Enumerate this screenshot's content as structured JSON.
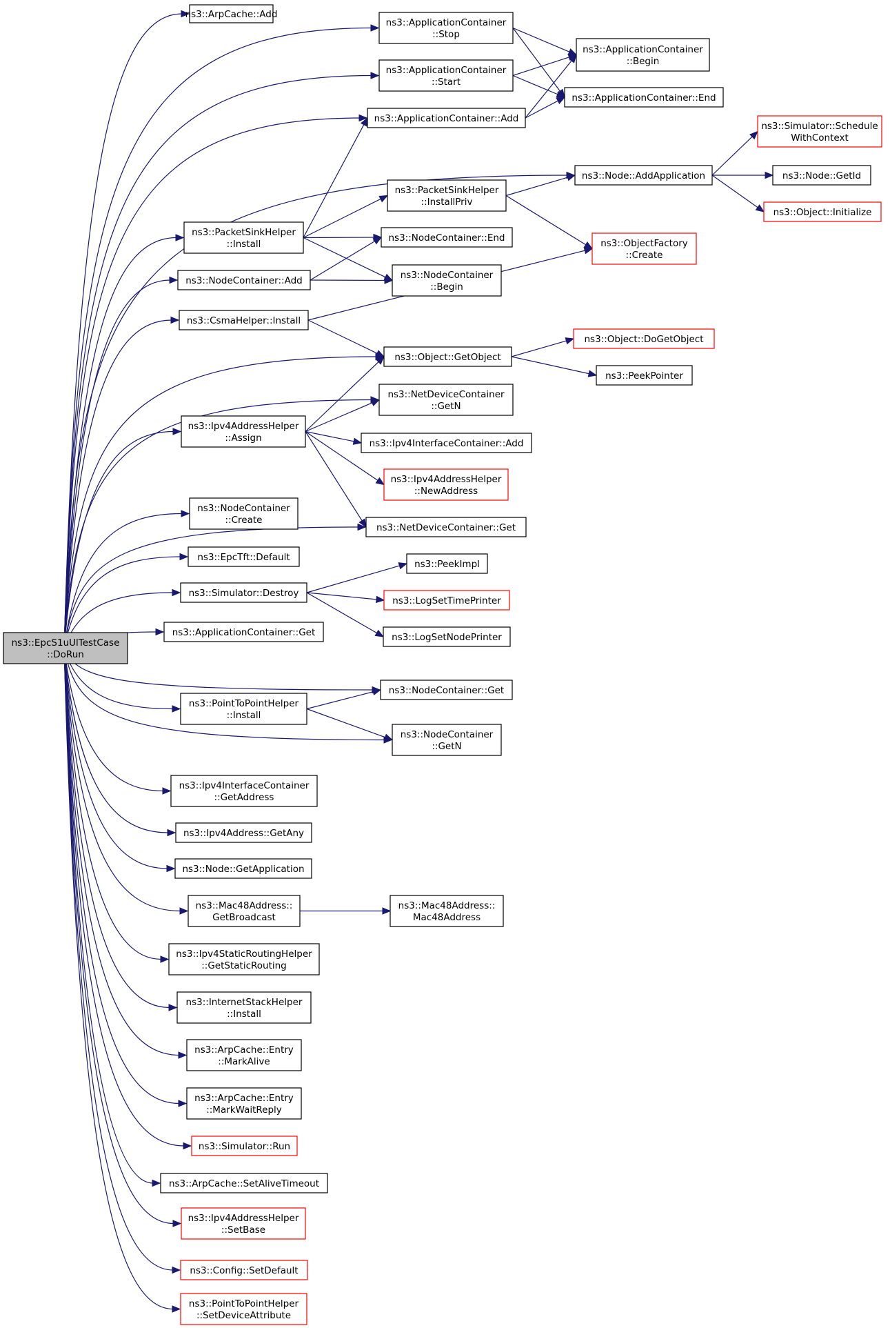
{
  "nodes": [
    {
      "id": "root",
      "lines": [
        "ns3::EpcS1uUlTestCase",
        "::DoRun"
      ],
      "style": "root"
    },
    {
      "id": "arpAdd",
      "lines": [
        "ns3::ArpCache::Add"
      ],
      "style": "normal"
    },
    {
      "id": "acStop",
      "lines": [
        "ns3::ApplicationContainer",
        "::Stop"
      ],
      "style": "normal"
    },
    {
      "id": "acStart",
      "lines": [
        "ns3::ApplicationContainer",
        "::Start"
      ],
      "style": "normal"
    },
    {
      "id": "acAdd",
      "lines": [
        "ns3::ApplicationContainer::Add"
      ],
      "style": "normal"
    },
    {
      "id": "acBegin",
      "lines": [
        "ns3::ApplicationContainer",
        "::Begin"
      ],
      "style": "normal"
    },
    {
      "id": "acEnd",
      "lines": [
        "ns3::ApplicationContainer::End"
      ],
      "style": "normal"
    },
    {
      "id": "simSched",
      "lines": [
        "ns3::Simulator::Schedule",
        "WithContext"
      ],
      "style": "red"
    },
    {
      "id": "nodeAddApp",
      "lines": [
        "ns3::Node::AddApplication"
      ],
      "style": "normal"
    },
    {
      "id": "nodeGetId",
      "lines": [
        "ns3::Node::GetId"
      ],
      "style": "normal"
    },
    {
      "id": "objInit",
      "lines": [
        "ns3::Object::Initialize"
      ],
      "style": "red"
    },
    {
      "id": "psInstallPriv",
      "lines": [
        "ns3::PacketSinkHelper",
        "::InstallPriv"
      ],
      "style": "normal"
    },
    {
      "id": "psInstall",
      "lines": [
        "ns3::PacketSinkHelper",
        "::Install"
      ],
      "style": "normal"
    },
    {
      "id": "ncEnd",
      "lines": [
        "ns3::NodeContainer::End"
      ],
      "style": "normal"
    },
    {
      "id": "objFactCreate",
      "lines": [
        "ns3::ObjectFactory",
        "::Create"
      ],
      "style": "red"
    },
    {
      "id": "ncAdd",
      "lines": [
        "ns3::NodeContainer::Add"
      ],
      "style": "normal"
    },
    {
      "id": "ncBegin",
      "lines": [
        "ns3::NodeContainer",
        "::Begin"
      ],
      "style": "normal"
    },
    {
      "id": "csmaInstall",
      "lines": [
        "ns3::CsmaHelper::Install"
      ],
      "style": "normal"
    },
    {
      "id": "objDoGet",
      "lines": [
        "ns3::Object::DoGetObject"
      ],
      "style": "red"
    },
    {
      "id": "objGet",
      "lines": [
        "ns3::Object::GetObject"
      ],
      "style": "normal"
    },
    {
      "id": "peekPtr",
      "lines": [
        "ns3::PeekPointer"
      ],
      "style": "normal"
    },
    {
      "id": "ndcGetN",
      "lines": [
        "ns3::NetDeviceContainer",
        "::GetN"
      ],
      "style": "normal"
    },
    {
      "id": "ipv4Assign",
      "lines": [
        "ns3::Ipv4AddressHelper",
        "::Assign"
      ],
      "style": "normal"
    },
    {
      "id": "ipv4IcAdd",
      "lines": [
        "ns3::Ipv4InterfaceContainer::Add"
      ],
      "style": "normal"
    },
    {
      "id": "ipv4NewAddr",
      "lines": [
        "ns3::Ipv4AddressHelper",
        "::NewAddress"
      ],
      "style": "red"
    },
    {
      "id": "ncCreate",
      "lines": [
        "ns3::NodeContainer",
        "::Create"
      ],
      "style": "normal"
    },
    {
      "id": "ndcGet",
      "lines": [
        "ns3::NetDeviceContainer::Get"
      ],
      "style": "normal"
    },
    {
      "id": "epcTft",
      "lines": [
        "ns3::EpcTft::Default"
      ],
      "style": "normal"
    },
    {
      "id": "peekImpl",
      "lines": [
        "ns3::PeekImpl"
      ],
      "style": "normal"
    },
    {
      "id": "simDestroy",
      "lines": [
        "ns3::Simulator::Destroy"
      ],
      "style": "normal"
    },
    {
      "id": "logTime",
      "lines": [
        "ns3::LogSetTimePrinter"
      ],
      "style": "red"
    },
    {
      "id": "acGet",
      "lines": [
        "ns3::ApplicationContainer::Get"
      ],
      "style": "normal"
    },
    {
      "id": "logNode",
      "lines": [
        "ns3::LogSetNodePrinter"
      ],
      "style": "normal"
    },
    {
      "id": "ncGet",
      "lines": [
        "ns3::NodeContainer::Get"
      ],
      "style": "normal"
    },
    {
      "id": "p2pInstall",
      "lines": [
        "ns3::PointToPointHelper",
        "::Install"
      ],
      "style": "normal"
    },
    {
      "id": "ncGetN",
      "lines": [
        "ns3::NodeContainer",
        "::GetN"
      ],
      "style": "normal"
    },
    {
      "id": "ipv4IcGetAddr",
      "lines": [
        "ns3::Ipv4InterfaceContainer",
        "::GetAddress"
      ],
      "style": "normal"
    },
    {
      "id": "ipv4GetAny",
      "lines": [
        "ns3::Ipv4Address::GetAny"
      ],
      "style": "normal"
    },
    {
      "id": "nodeGetApp",
      "lines": [
        "ns3::Node::GetApplication"
      ],
      "style": "normal"
    },
    {
      "id": "macGetBcast",
      "lines": [
        "ns3::Mac48Address::",
        "GetBroadcast"
      ],
      "style": "normal"
    },
    {
      "id": "macCtor",
      "lines": [
        "ns3::Mac48Address::",
        "Mac48Address"
      ],
      "style": "normal"
    },
    {
      "id": "ipv4StaticRouting",
      "lines": [
        "ns3::Ipv4StaticRoutingHelper",
        "::GetStaticRouting"
      ],
      "style": "normal"
    },
    {
      "id": "inetInstall",
      "lines": [
        "ns3::InternetStackHelper",
        "::Install"
      ],
      "style": "normal"
    },
    {
      "id": "arpMarkAlive",
      "lines": [
        "ns3::ArpCache::Entry",
        "::MarkAlive"
      ],
      "style": "normal"
    },
    {
      "id": "arpMarkWait",
      "lines": [
        "ns3::ArpCache::Entry",
        "::MarkWaitReply"
      ],
      "style": "normal"
    },
    {
      "id": "simRun",
      "lines": [
        "ns3::Simulator::Run"
      ],
      "style": "red"
    },
    {
      "id": "arpSetAlive",
      "lines": [
        "ns3::ArpCache::SetAliveTimeout"
      ],
      "style": "normal"
    },
    {
      "id": "ipv4SetBase",
      "lines": [
        "ns3::Ipv4AddressHelper",
        "::SetBase"
      ],
      "style": "red"
    },
    {
      "id": "cfgSetDefault",
      "lines": [
        "ns3::Config::SetDefault"
      ],
      "style": "red"
    },
    {
      "id": "p2pSetDevAttr",
      "lines": [
        "ns3::PointToPointHelper",
        "::SetDeviceAttribute"
      ],
      "style": "red"
    }
  ],
  "edges": [
    [
      "root",
      "arpAdd"
    ],
    [
      "root",
      "acStop"
    ],
    [
      "root",
      "acStart"
    ],
    [
      "root",
      "acAdd"
    ],
    [
      "root",
      "nodeAddApp"
    ],
    [
      "root",
      "psInstall"
    ],
    [
      "root",
      "ncAdd"
    ],
    [
      "root",
      "csmaInstall"
    ],
    [
      "root",
      "objGet"
    ],
    [
      "root",
      "ndcGetN"
    ],
    [
      "root",
      "ipv4Assign"
    ],
    [
      "root",
      "ndcGet"
    ],
    [
      "root",
      "ncCreate"
    ],
    [
      "root",
      "epcTft"
    ],
    [
      "root",
      "simDestroy"
    ],
    [
      "root",
      "acGet"
    ],
    [
      "root",
      "ncGet"
    ],
    [
      "root",
      "p2pInstall"
    ],
    [
      "root",
      "ncGetN"
    ],
    [
      "root",
      "ipv4IcGetAddr"
    ],
    [
      "root",
      "ipv4GetAny"
    ],
    [
      "root",
      "nodeGetApp"
    ],
    [
      "root",
      "macGetBcast"
    ],
    [
      "root",
      "ipv4StaticRouting"
    ],
    [
      "root",
      "inetInstall"
    ],
    [
      "root",
      "arpMarkAlive"
    ],
    [
      "root",
      "arpMarkWait"
    ],
    [
      "root",
      "simRun"
    ],
    [
      "root",
      "arpSetAlive"
    ],
    [
      "root",
      "ipv4SetBase"
    ],
    [
      "root",
      "cfgSetDefault"
    ],
    [
      "root",
      "p2pSetDevAttr"
    ],
    [
      "acStop",
      "acBegin"
    ],
    [
      "acStop",
      "acEnd"
    ],
    [
      "acStart",
      "acBegin"
    ],
    [
      "acStart",
      "acEnd"
    ],
    [
      "acAdd",
      "acBegin"
    ],
    [
      "acAdd",
      "acEnd"
    ],
    [
      "nodeAddApp",
      "simSched"
    ],
    [
      "nodeAddApp",
      "nodeGetId"
    ],
    [
      "nodeAddApp",
      "objInit"
    ],
    [
      "psInstall",
      "acAdd"
    ],
    [
      "psInstall",
      "psInstallPriv"
    ],
    [
      "psInstall",
      "ncEnd"
    ],
    [
      "psInstall",
      "ncBegin"
    ],
    [
      "psInstallPriv",
      "nodeAddApp"
    ],
    [
      "psInstallPriv",
      "objFactCreate"
    ],
    [
      "ncAdd",
      "ncEnd"
    ],
    [
      "ncAdd",
      "ncBegin"
    ],
    [
      "csmaInstall",
      "objFactCreate"
    ],
    [
      "csmaInstall",
      "objGet"
    ],
    [
      "objGet",
      "objDoGet"
    ],
    [
      "objGet",
      "peekPtr"
    ],
    [
      "ipv4Assign",
      "objGet"
    ],
    [
      "ipv4Assign",
      "ndcGetN"
    ],
    [
      "ipv4Assign",
      "ipv4IcAdd"
    ],
    [
      "ipv4Assign",
      "ipv4NewAddr"
    ],
    [
      "ipv4Assign",
      "ndcGet"
    ],
    [
      "simDestroy",
      "peekImpl"
    ],
    [
      "simDestroy",
      "logTime"
    ],
    [
      "simDestroy",
      "logNode"
    ],
    [
      "p2pInstall",
      "ncGet"
    ],
    [
      "p2pInstall",
      "ncGetN"
    ],
    [
      "macGetBcast",
      "macCtor"
    ]
  ]
}
